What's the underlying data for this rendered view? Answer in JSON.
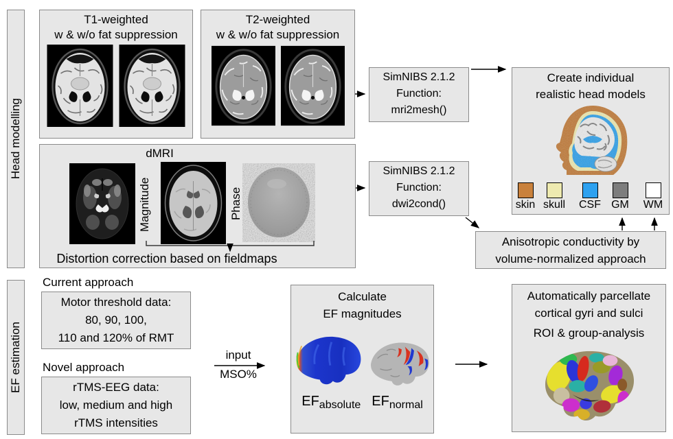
{
  "sidebar": {
    "head_modelling": "Head modelling",
    "ef_estimation": "EF estimation"
  },
  "head_modelling": {
    "t1_box": {
      "title_line1": "T1-weighted",
      "title_line2": "w & w/o fat suppression"
    },
    "t2_box": {
      "title_line1": "T2-weighted",
      "title_line2": "w & w/o fat suppression"
    },
    "dmri_box": {
      "title": "dMRI",
      "magnitude_label": "Magnitude",
      "phase_label": "Phase",
      "caption": "Distortion correction based on fieldmaps"
    },
    "mri2mesh_box": {
      "line1": "SimNIBS 2.1.2",
      "line2": "Function:",
      "line3": "mri2mesh()"
    },
    "dwi2cond_box": {
      "line1": "SimNIBS 2.1.2",
      "line2": "Function:",
      "line3": "dwi2cond()"
    },
    "create_box": {
      "title_line1": "Create individual",
      "title_line2": "realistic head models",
      "legend": [
        {
          "label": "skin",
          "color": "#c9813c"
        },
        {
          "label": "skull",
          "color": "#eeeab0"
        },
        {
          "label": "CSF",
          "color": "#2da1f0"
        },
        {
          "label": "GM",
          "color": "#7d7d7d"
        },
        {
          "label": "WM",
          "color": "#ffffff"
        }
      ]
    },
    "aniso_box": {
      "line1": "Anisotropic conductivity by",
      "line2": "volume-normalized approach"
    }
  },
  "ef_estimation": {
    "current_label": "Current approach",
    "motor_box": {
      "line1": "Motor threshold data:",
      "line2": "80, 90, 100,",
      "line3": "110 and 120% of RMT"
    },
    "novel_label": "Novel approach",
    "rtms_box": {
      "line1": "rTMS-EEG data:",
      "line2": "low, medium and high",
      "line3": "rTMS intensities"
    },
    "input_arrow": {
      "top": "input",
      "bottom": "MSO%"
    },
    "calc_box": {
      "title_line1": "Calculate",
      "title_line2": "EF magnitudes",
      "label_abs_base": "EF",
      "label_abs_sub": "absolute",
      "label_norm_base": "EF",
      "label_norm_sub": "normal"
    },
    "parcel_box": {
      "line1": "Automatically parcellate",
      "line2": "cortical gyri and sulci",
      "line3": "ROI & group-analysis"
    }
  }
}
